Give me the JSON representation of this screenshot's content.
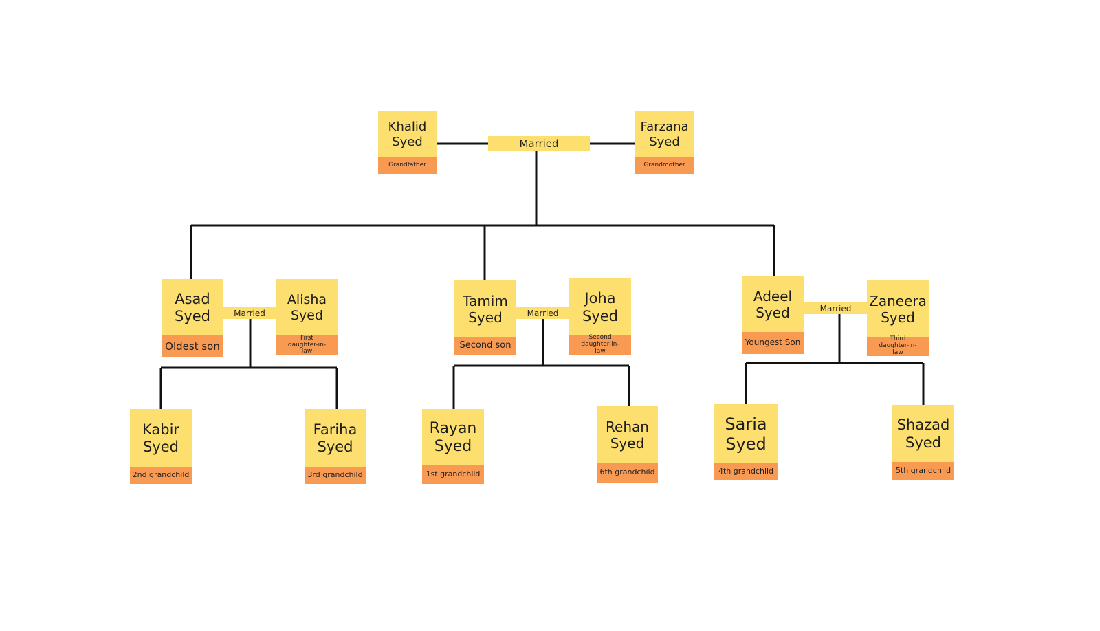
{
  "colors": {
    "card": "#fcdf6e",
    "role_tag": "#f99a53",
    "connector": "#111111",
    "background": "#ffffff"
  },
  "married_label": "Married",
  "people": {
    "khalid": {
      "name": "Khalid Syed",
      "role": "Grandfather"
    },
    "farzana": {
      "name": "Farzana Syed",
      "role": "Grandmother"
    },
    "asad": {
      "name": "Asad Syed",
      "role": "Oldest son"
    },
    "alisha": {
      "name": "Alisha Syed",
      "role": "First daughter-in-law"
    },
    "tamim": {
      "name": "Tamim Syed",
      "role": "Second son"
    },
    "joha": {
      "name": "Joha Syed",
      "role": "Second daughter-in-law"
    },
    "adeel": {
      "name": "Adeel Syed",
      "role": "Youngest Son"
    },
    "zaneera": {
      "name": "Zaneera Syed",
      "role": "Third daughter-in-law"
    },
    "kabir": {
      "name": "Kabir Syed",
      "role": "2nd grandchild"
    },
    "fariha": {
      "name": "Fariha Syed",
      "role": "3rd grandchild"
    },
    "rayan": {
      "name": "Rayan Syed",
      "role": "1st grandchild"
    },
    "rehan": {
      "name": "Rehan Syed",
      "role": "6th grandchild"
    },
    "saria": {
      "name": "Saria Syed",
      "role": "4th grandchild"
    },
    "shazad": {
      "name": "Shazad Syed",
      "role": "5th grandchild"
    }
  },
  "marriages": [
    {
      "partner_a": "Khalid Syed",
      "partner_b": "Farzana Syed"
    },
    {
      "partner_a": "Asad Syed",
      "partner_b": "Alisha Syed"
    },
    {
      "partner_a": "Tamim Syed",
      "partner_b": "Joha Syed"
    },
    {
      "partner_a": "Adeel Syed",
      "partner_b": "Zaneera Syed"
    }
  ]
}
